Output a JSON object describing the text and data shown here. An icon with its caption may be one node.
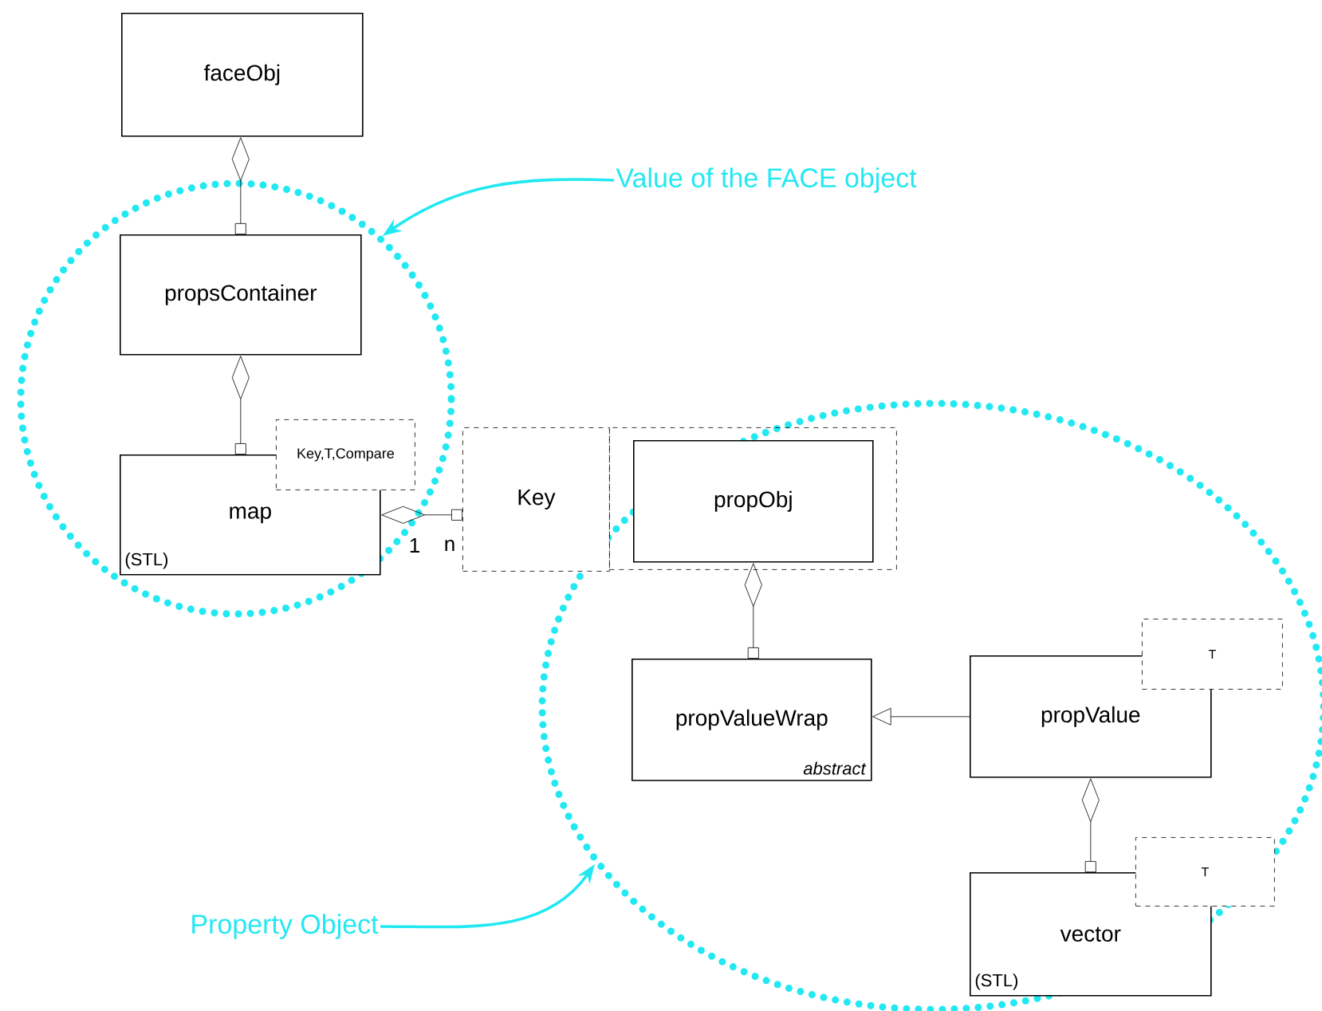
{
  "diagram": {
    "nodes": [
      {
        "text": [
          "faceObj"
        ]
      },
      {
        "text": [
          "Value of the FACE object"
        ]
      },
      {
        "text": [],
        "shape": "circle"
      },
      {
        "text": [
          "propsContainer"
        ],
        "in": 2
      },
      {
        "text": [
          "Key,T,Compare"
        ],
        "in": 2
      },
      {
        "text": [
          "map",
          "(STL)"
        ],
        "in": 2
      },
      {
        "text": [
          "Key"
        ]
      },
      {
        "text": [],
        "shape": "box",
        "in": 9
      },
      {
        "text": [
          "propObj"
        ],
        "in": 7
      },
      {
        "text": [],
        "shape": "circle"
      },
      {
        "text": [
          "T"
        ],
        "in": 9
      },
      {
        "text": [
          "propValueWrap",
          "abstract"
        ],
        "in": 9
      },
      {
        "text": [
          "propValue"
        ],
        "in": 9
      },
      {
        "text": [
          "T"
        ],
        "in": 9
      },
      {
        "text": [
          "vector",
          "(STL)"
        ],
        "in": 9
      },
      {
        "text": [
          "Property Object"
        ]
      }
    ],
    "edges": [
      {
        "from": 0,
        "to": 3,
        "arrow": "other"
      },
      {
        "from": 3,
        "to": 5,
        "arrow": "other"
      },
      {
        "from": 5,
        "to": 6,
        "arrow": "other"
      },
      {
        "from": 8,
        "to": 11,
        "arrow": "other"
      },
      {
        "from": 12,
        "to": 11,
        "arrow": "to"
      },
      {
        "from": 12,
        "to": 14,
        "arrow": "other"
      },
      {
        "from": 1,
        "to": 2,
        "arrow": "to",
        "color": "#22e8f2"
      },
      {
        "from": 15,
        "to": 9,
        "arrow": "to",
        "color": "#22e8f2"
      }
    ],
    "labels": [
      "1",
      "n"
    ]
  }
}
